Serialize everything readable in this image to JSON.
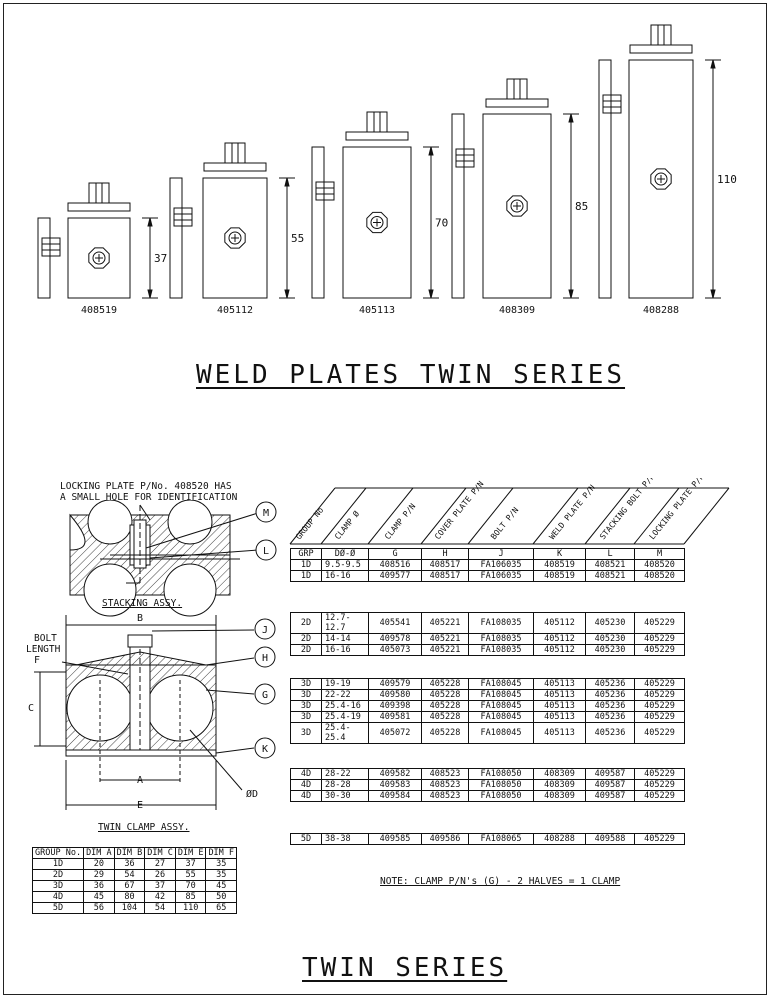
{
  "weld_plates": {
    "title": "WELD PLATES TWIN SERIES",
    "plates": [
      {
        "part": "408519",
        "dim": "37"
      },
      {
        "part": "405112",
        "dim": "55"
      },
      {
        "part": "405113",
        "dim": "70"
      },
      {
        "part": "408309",
        "dim": "85"
      },
      {
        "part": "408288",
        "dim": "110"
      }
    ]
  },
  "stacking": {
    "note_line1": "LOCKING PLATE P/No. 408520 HAS",
    "note_line2": "A SMALL HOLE FOR IDENTIFICATION",
    "label": "STACKING ASSY.",
    "callouts": [
      "M",
      "L"
    ]
  },
  "twin_clamp": {
    "label": "TWIN CLAMP ASSY.",
    "bolt_length_1": "BOLT",
    "bolt_length_2": "LENGTH",
    "dims": {
      "a": "A",
      "b": "B",
      "c": "C",
      "e": "E",
      "f": "F",
      "d": "ØD"
    },
    "callouts": [
      "J",
      "H",
      "G",
      "K"
    ]
  },
  "dim_table": {
    "headers": [
      "GROUP No.",
      "DIM A",
      "DIM B",
      "DIM C",
      "DIM E",
      "DIM F"
    ],
    "rows": [
      [
        "1D",
        "20",
        "36",
        "27",
        "37",
        "35"
      ],
      [
        "2D",
        "29",
        "54",
        "26",
        "55",
        "35"
      ],
      [
        "3D",
        "36",
        "67",
        "37",
        "70",
        "45"
      ],
      [
        "4D",
        "45",
        "80",
        "42",
        "85",
        "50"
      ],
      [
        "5D",
        "56",
        "104",
        "54",
        "110",
        "65"
      ]
    ]
  },
  "parts_table": {
    "slant_headers": [
      "GROUP No",
      "CLAMP Ø",
      "CLAMP P/N",
      "COVER PLATE P/N",
      "BOLT P/N",
      "WELD PLATE P/N",
      "STACKING BOLT P/N",
      "LOCKING PLATE P/N"
    ],
    "sub_headers": [
      "GRP",
      "DØ-Ø",
      "G",
      "H",
      "J",
      "K",
      "L",
      "M"
    ],
    "groups": [
      [
        [
          "1D",
          "9.5-9.5",
          "408516",
          "408517",
          "FA106035",
          "408519",
          "408521",
          "408520"
        ],
        [
          "1D",
          "16-16",
          "409577",
          "408517",
          "FA106035",
          "408519",
          "408521",
          "408520"
        ]
      ],
      [
        [
          "2D",
          "12.7-12.7",
          "405541",
          "405221",
          "FA108035",
          "405112",
          "405230",
          "405229"
        ],
        [
          "2D",
          "14-14",
          "409578",
          "405221",
          "FA108035",
          "405112",
          "405230",
          "405229"
        ],
        [
          "2D",
          "16-16",
          "405073",
          "405221",
          "FA108035",
          "405112",
          "405230",
          "405229"
        ]
      ],
      [
        [
          "3D",
          "19-19",
          "409579",
          "405228",
          "FA108045",
          "405113",
          "405236",
          "405229"
        ],
        [
          "3D",
          "22-22",
          "409580",
          "405228",
          "FA108045",
          "405113",
          "405236",
          "405229"
        ],
        [
          "3D",
          "25.4-16",
          "409398",
          "405228",
          "FA108045",
          "405113",
          "405236",
          "405229"
        ],
        [
          "3D",
          "25.4-19",
          "409581",
          "405228",
          "FA108045",
          "405113",
          "405236",
          "405229"
        ],
        [
          "3D",
          "25.4-25.4",
          "405072",
          "405228",
          "FA108045",
          "405113",
          "405236",
          "405229"
        ]
      ],
      [
        [
          "4D",
          "28-22",
          "409582",
          "408523",
          "FA108050",
          "408309",
          "409587",
          "405229"
        ],
        [
          "4D",
          "28-28",
          "409583",
          "408523",
          "FA108050",
          "408309",
          "409587",
          "405229"
        ],
        [
          "4D",
          "30-30",
          "409584",
          "408523",
          "FA108050",
          "408309",
          "409587",
          "405229"
        ]
      ],
      [
        [
          "5D",
          "38-38",
          "409585",
          "409586",
          "FA108065",
          "408288",
          "409588",
          "405229"
        ]
      ]
    ],
    "note": "NOTE: CLAMP P/N's (G) - 2 HALVES = 1 CLAMP"
  },
  "footer": {
    "title": "TWIN SERIES"
  }
}
